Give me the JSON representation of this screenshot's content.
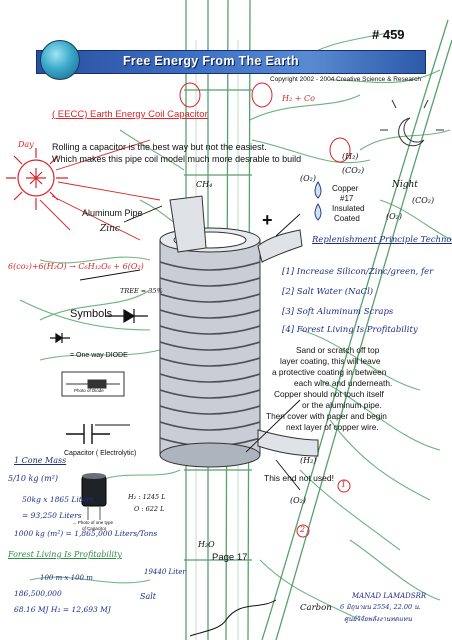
{
  "header": {
    "page_number": "# 459",
    "banner_title": "Free Energy From The Earth",
    "copyright": "Copyright 2002 - 2004 Creative Science & Research"
  },
  "title": "( EECC) Earth Energy Coil Capacitor",
  "intro": {
    "line1": "Rolling a capacitor is the best way but not the easiest.",
    "line2": "Which makes this pipe coil model much more desrable to build"
  },
  "labels": {
    "aluminum_pipe": "Aluminum Pipe",
    "zinc": "Zinc",
    "plus": "+",
    "copper_l1": "Copper",
    "copper_l2": "#17",
    "copper_l3": "Insulated",
    "copper_l4": "Coated",
    "symbols": "Symbols",
    "diode": "= One way DIODE",
    "diode_photo": "Photo of Diode",
    "capacitor": "Capacitor ( Electrolytic)",
    "capacitor_photo_l1": "→ Photo of one type",
    "capacitor_photo_l2": "of Capacitor",
    "end_not_used": "This end not used!",
    "page": "Page 17",
    "ch4_top": "CH₄",
    "h2o_pipe": "H₂O",
    "carbon": "Carbon",
    "salt": "Salt"
  },
  "replenishment": {
    "heading": "Replenishment Principle Technology",
    "items": [
      "[1] Increase Silicon/Zinc/green, fer",
      "[2] Salt Water (NaCl)",
      "[3] Soft Aluminum Scraps",
      "[4] Forest Living Is Profitability"
    ]
  },
  "instructions": [
    "Sand or scratch off top",
    "layer coating, this will leave",
    "a protective coating in between",
    "each wire and underneath.",
    "Copper should not touch itself",
    "or the aluminum pipe.",
    "Then cover with paper and begin",
    "next layer of copper wire."
  ],
  "notes": {
    "day": "Day",
    "night": "Night",
    "co2_h2o": "6(co₂)+6(H₂O) → C₆H₁₂O₆ + 6(O₂)",
    "h2_co": "H₂ + Co",
    "tree_pct": "TREE ≈ 35%",
    "one_cone": "1 Cone Mass",
    "mass": "5/10 kg (m²)",
    "calc1": "50kg x 1865 Liters",
    "calc2": "= 93,250 Liters",
    "calc3": "1000 kg (m²) = 1,865,000 Liters/Tons",
    "forest": "Forest Living Is Profitability",
    "forest_calc": "100 m x 100 m",
    "calc4": "186,500,000",
    "calc5": "68.16 MJ H₂ = 12,693 MJ",
    "h2_small": "H₂ : 1245 L",
    "o2_small": "O : 622 L",
    "liters": "19440 Liter",
    "h2": "(H₂)",
    "o2": "(O₂)",
    "o2_left": "(O₂)",
    "co2_right": "(CO₂)",
    "o2_right": "(O₂)",
    "co2_night": "(CO₂)",
    "h2_right": "(H₂)",
    "circle1": "1",
    "circle2": "2"
  },
  "signature": {
    "name": "MANAD LAMADSRR",
    "date": "6 มิถุนายน 2554, 22.00 น.",
    "thai": "ศูนย์วิจัยพลังงานทดแทน"
  }
}
